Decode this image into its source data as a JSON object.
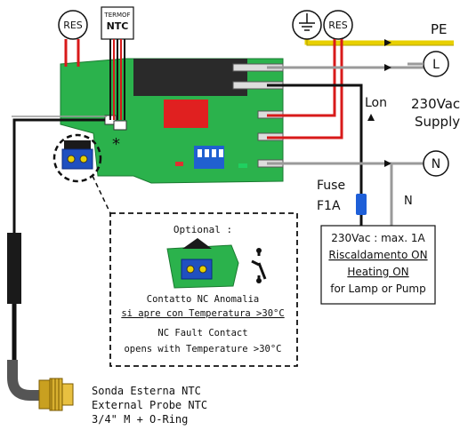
{
  "labels": {
    "res_left": "RES",
    "termof_line1": "TERMOF",
    "termof_line2": "NTC",
    "res_right": "RES",
    "pe": "PE",
    "l": "L",
    "n": "N",
    "lon": "Lon",
    "supply_line1": "230Vac",
    "supply_line2": "Supply",
    "fuse_line1": "Fuse",
    "fuse_line2": "F1A",
    "n_wire": "N",
    "asterisk": "*"
  },
  "heating_box": {
    "line1": "230Vac : max. 1A",
    "line2": "Riscaldamento ON",
    "line3": "Heating ON",
    "line4": "for Lamp or Pump"
  },
  "optional_box": {
    "title": "Optional :",
    "line1": "Contatto NC Anomalia",
    "line2": "si apre con Temperatura >30°C",
    "line3": "NC Fault Contact",
    "line4": "opens with Temperature >30°C"
  },
  "probe": {
    "line1": "Sonda Esterna NTC",
    "line2": "External Probe NTC",
    "line3": "3/4\" M + O-Ring"
  },
  "colors": {
    "pcb": "#2bb24c",
    "relay": "#2a2a2a",
    "red_block": "#e02020",
    "dip_switch": "#2060d0",
    "terminal_blue": "#2050c0",
    "wire_red": "#d81a1a",
    "wire_black": "#111111",
    "wire_yellow": "#e8d000",
    "wire_gray": "#9a9a9a",
    "fuse_blue": "#1e5fd8"
  }
}
